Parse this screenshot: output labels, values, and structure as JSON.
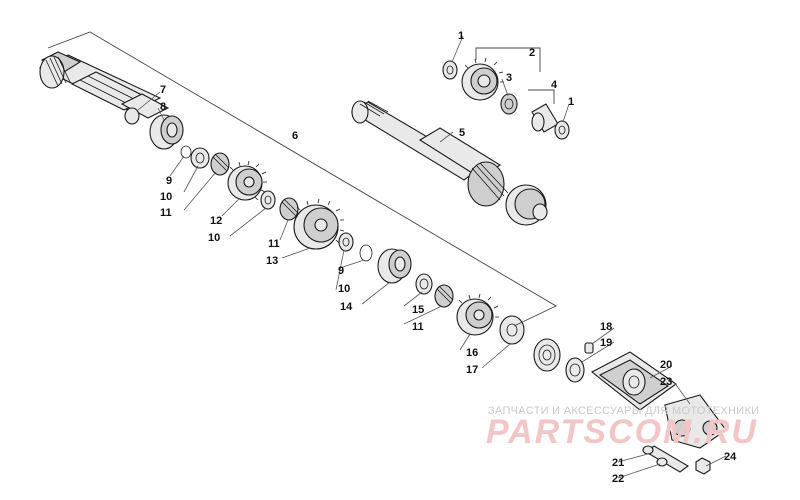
{
  "diagram": {
    "callouts": [
      {
        "id": "c1a",
        "label": "1"
      },
      {
        "id": "c2",
        "label": "2"
      },
      {
        "id": "c3",
        "label": "3"
      },
      {
        "id": "c4",
        "label": "4"
      },
      {
        "id": "c1b",
        "label": "1"
      },
      {
        "id": "c5",
        "label": "5"
      },
      {
        "id": "c6",
        "label": "6"
      },
      {
        "id": "c7",
        "label": "7"
      },
      {
        "id": "c8",
        "label": "8"
      },
      {
        "id": "c9a",
        "label": "9"
      },
      {
        "id": "c10a",
        "label": "10"
      },
      {
        "id": "c11a",
        "label": "11"
      },
      {
        "id": "c12",
        "label": "12"
      },
      {
        "id": "c10b",
        "label": "10"
      },
      {
        "id": "c11b",
        "label": "11"
      },
      {
        "id": "c13",
        "label": "13"
      },
      {
        "id": "c9b",
        "label": "9"
      },
      {
        "id": "c10c",
        "label": "10"
      },
      {
        "id": "c14",
        "label": "14"
      },
      {
        "id": "c15",
        "label": "15"
      },
      {
        "id": "c11c",
        "label": "11"
      },
      {
        "id": "c16",
        "label": "16"
      },
      {
        "id": "c17",
        "label": "17"
      },
      {
        "id": "c18",
        "label": "18"
      },
      {
        "id": "c19",
        "label": "19"
      },
      {
        "id": "c20",
        "label": "20"
      },
      {
        "id": "c23",
        "label": "23"
      },
      {
        "id": "c21",
        "label": "21"
      },
      {
        "id": "c22",
        "label": "22"
      },
      {
        "id": "c24",
        "label": "24"
      }
    ]
  },
  "watermark": {
    "subtitle": "ЗАПЧАСТИ И АКСЕССУАРЫ ДЛЯ МОТОТЕХНИКИ",
    "brand": "PARTSCOM.RU"
  }
}
